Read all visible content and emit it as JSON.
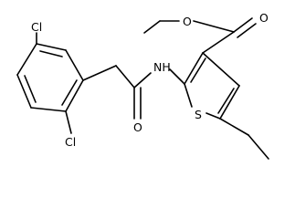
{
  "structure": {
    "atoms": {
      "cl_top": "Cl",
      "cl_bottom": "Cl",
      "nh": "NH",
      "o_amide": "O",
      "o_ester_carbonyl": "O",
      "o_ester_ether": "O",
      "s_ring": "S"
    }
  }
}
